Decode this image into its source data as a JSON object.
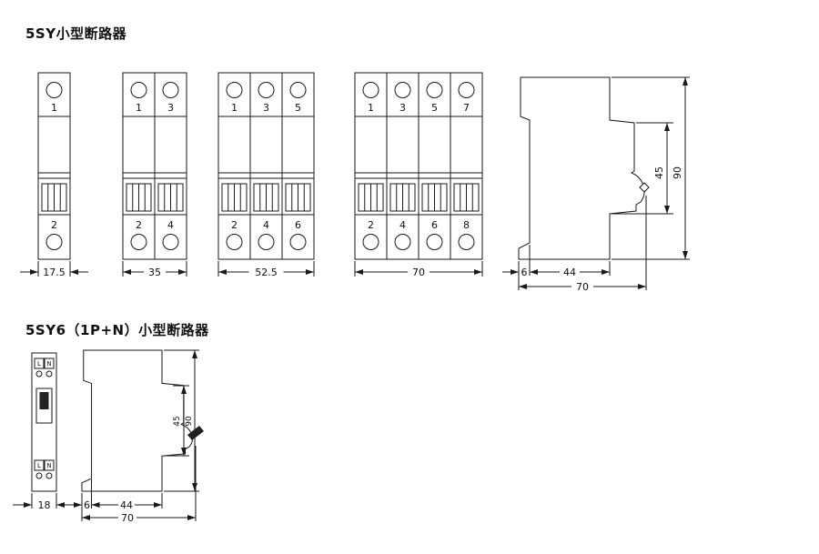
{
  "section1": {
    "title": "5SY小型断路器",
    "breakers": [
      {
        "poles": 1,
        "top_terminals": [
          "1"
        ],
        "bottom_terminals": [
          "2"
        ],
        "width_label": "17.5"
      },
      {
        "poles": 2,
        "top_terminals": [
          "1",
          "3"
        ],
        "bottom_terminals": [
          "2",
          "4"
        ],
        "width_label": "35"
      },
      {
        "poles": 3,
        "top_terminals": [
          "1",
          "3",
          "5"
        ],
        "bottom_terminals": [
          "2",
          "4",
          "6"
        ],
        "width_label": "52.5"
      },
      {
        "poles": 4,
        "top_terminals": [
          "1",
          "3",
          "5",
          "7"
        ],
        "bottom_terminals": [
          "2",
          "4",
          "6",
          "8"
        ],
        "width_label": "70"
      }
    ],
    "side_view": {
      "dims": {
        "front_height": "45",
        "total_height": "90",
        "rail_offset": "6",
        "body_depth": "44",
        "total_depth": "70"
      }
    }
  },
  "section2": {
    "title": "5SY6（1P+N）小型断路器",
    "front": {
      "left_terminal": "L",
      "right_terminal": "N",
      "width_label": "18"
    },
    "side_view": {
      "dims": {
        "front_height": "45",
        "total_height": "90",
        "rail_offset": "6",
        "body_depth": "44",
        "total_depth": "70"
      }
    }
  },
  "colors": {
    "line": "#1a1a1a",
    "background": "#ffffff"
  }
}
